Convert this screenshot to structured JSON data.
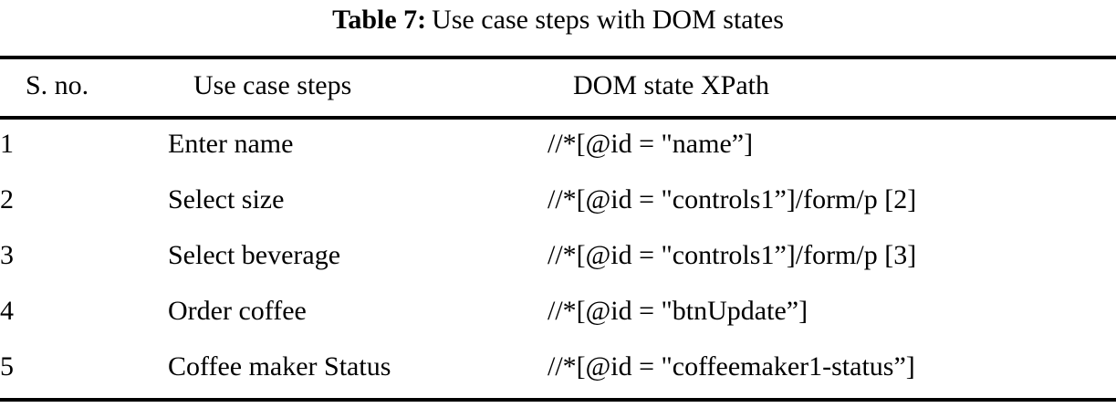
{
  "caption": {
    "label": "Table 7:",
    "text": "Use case steps with DOM states"
  },
  "table": {
    "headers": {
      "serial": "S. no.",
      "step": "Use case steps",
      "xpath": "DOM state XPath"
    },
    "rows": [
      {
        "serial": "1",
        "step": "Enter name",
        "xpath": "//*[@id = \"name”]"
      },
      {
        "serial": "2",
        "step": "Select size",
        "xpath": "//*[@id = \"controls1”]/form/p [2]"
      },
      {
        "serial": "3",
        "step": "Select beverage",
        "xpath": "//*[@id = \"controls1”]/form/p [3]"
      },
      {
        "serial": "4",
        "step": "Order coffee",
        "xpath": "//*[@id = \"btnUpdate”]"
      },
      {
        "serial": "5",
        "step": "Coffee maker Status",
        "xpath": "//*[@id = \"coffeemaker1-status”]"
      }
    ]
  },
  "style": {
    "text_color": "#000000",
    "background_color": "#ffffff",
    "rule_color": "#000000"
  }
}
